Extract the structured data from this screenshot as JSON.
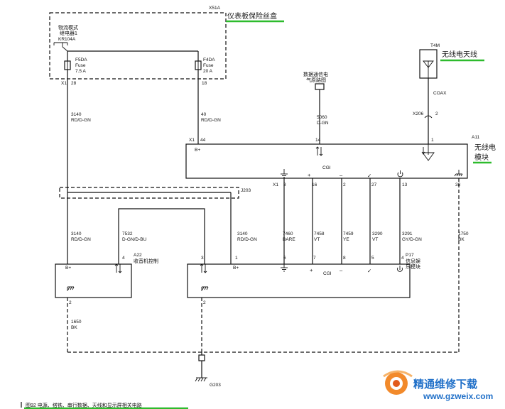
{
  "fuse_block": {
    "id": "X51A",
    "name": "仪表板保险丝盒",
    "logistics_label": "物流模式",
    "relay_label": "继电器1",
    "relay_code": "KR104A",
    "fuse_left": {
      "code": "F5DA",
      "type": "Fuse",
      "rating": "7.5 A",
      "connector": "X1",
      "pin": "28"
    },
    "fuse_right": {
      "code": "F4DA",
      "type": "Fuse",
      "rating": "20 A",
      "pin": "18"
    }
  },
  "wires": {
    "w3140_top": {
      "circuit": "3140",
      "color": "RD/D-GN"
    },
    "w40": {
      "circuit": "40",
      "color": "RD/D-GN"
    },
    "w5060": {
      "circuit": "5060",
      "color": "D-GN"
    },
    "w3140_left": {
      "circuit": "3140",
      "color": "RD/D-GN"
    },
    "w7532": {
      "circuit": "7532",
      "color": "D-GN/D-BU"
    },
    "w3140_right": {
      "circuit": "3140",
      "color": "RD/D-GN"
    },
    "w7460": {
      "circuit": "7460",
      "color": "BARE"
    },
    "w7458": {
      "circuit": "7458",
      "color": "VT"
    },
    "w7459": {
      "circuit": "7459",
      "color": "YE"
    },
    "w3290": {
      "circuit": "3290",
      "color": "VT"
    },
    "w3291": {
      "circuit": "3291",
      "color": "GY/D-GN"
    },
    "w1750": {
      "circuit": "1750",
      "color": "BK"
    },
    "w1650": {
      "circuit": "1650",
      "color": "BK"
    },
    "coax": "COAX"
  },
  "antenna": {
    "id": "T4M",
    "name": "无线电天线"
  },
  "connector_x206": {
    "id": "X206",
    "pin": "2"
  },
  "data_link": {
    "line1": "数据通信电",
    "line2": "气原路图"
  },
  "radio": {
    "id": "A11",
    "name_line1": "无线电",
    "name_line2": "模块",
    "x1": "X1",
    "pin_bplus": "44",
    "bplus": "B+",
    "pin_data": "14",
    "pin_coax": "1",
    "cgi": "CGI",
    "bottom_connector": "X1",
    "bottom_pins": [
      "3",
      "16",
      "2",
      "27",
      "13"
    ],
    "pin_ground": "38"
  },
  "splice_j203": "J203",
  "a22": {
    "id": "A22",
    "name": "收音机控制",
    "bplus": "B+",
    "pin_data": "4",
    "pin_ground": "2"
  },
  "p17": {
    "id": "P17",
    "name_line1": "信息娱",
    "name_line2": "乐模块",
    "pin_data": "3",
    "pin_bplus": "1",
    "bplus": "B+",
    "cgi": "CGI",
    "pins": [
      "6",
      "7",
      "8",
      "5",
      "4"
    ],
    "pin_ground": "2"
  },
  "ground_g203": "G203",
  "caption": "图92  电源、搭铁、串行数据、天线和显示屏相关电路",
  "watermark": {
    "name": "精通维修下载",
    "url": "www.gzweix.com"
  }
}
